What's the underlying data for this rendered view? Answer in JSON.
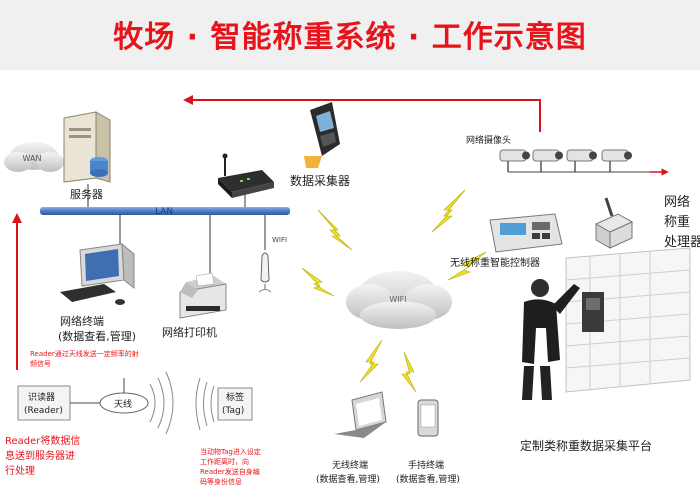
{
  "title": "牧场 · 智能称重系统 · 工作示意图",
  "labels": {
    "wan": "WAN",
    "server": "服务器",
    "collector": "数据采集器",
    "lan": "LAN",
    "wifi_ap": "WIFI",
    "cameras": "网络摄像头",
    "processor": [
      "网络",
      "称重",
      "处理器"
    ],
    "terminal": [
      "网络终端",
      "(数据查看,管理)"
    ],
    "printer": "网络打印机",
    "controller": "无线称重智能控制器",
    "cloud": "WIFI",
    "platform": "定制类称重数据采集平台",
    "reader": [
      "识读器",
      "(Reader)"
    ],
    "antenna": "天线",
    "tag": [
      "标签",
      "(Tag)"
    ],
    "reader_note": [
      "Reader通过天线发送一定频率的射",
      "频信号"
    ],
    "tag_note": [
      "当动物Tag进入设定",
      "工作距离时，向",
      "Reader发送自身编",
      "码等身份信息"
    ],
    "left_note": [
      "Reader将数据信",
      "息送到服务器进",
      "行处理"
    ],
    "wireless_terminal": [
      "无线终端",
      "(数据查看,管理)"
    ],
    "handheld": [
      "手持终端",
      "(数据查看,管理)"
    ]
  },
  "colors": {
    "title": "#e8141b",
    "banner": "#f0f0f0",
    "arrow": "#d9131b",
    "lightning": "#f1e31a",
    "lan_bar": "#5a84c7"
  },
  "icons": [
    "server-icon",
    "cloud-icon",
    "barcode-scanner-icon",
    "router-icon",
    "wifi-ap-icon",
    "camera-icon",
    "weighing-processor-icon",
    "computer-icon",
    "printer-icon",
    "controller-icon",
    "reader-device-icon",
    "antenna-icon",
    "tag-icon",
    "laptop-icon",
    "handheld-icon",
    "lightning-icon",
    "scale-platform-icon"
  ]
}
